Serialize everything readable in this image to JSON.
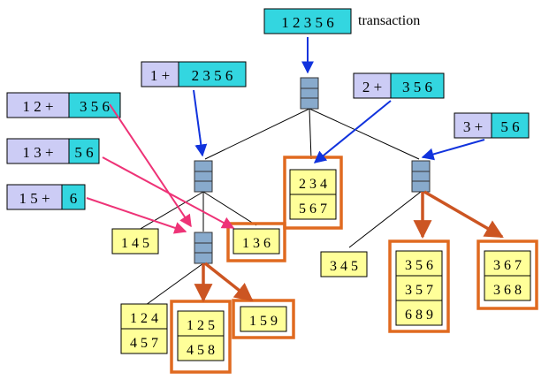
{
  "transaction": {
    "items": "1 2 3 5 6",
    "label": "transaction"
  },
  "prefix_boxes": [
    {
      "id": "p1",
      "prefix": "1 +",
      "rest": "2 3 5 6"
    },
    {
      "id": "p2",
      "prefix": "2 +",
      "rest": "3 5 6"
    },
    {
      "id": "p3",
      "prefix": "3 +",
      "rest": "5 6"
    },
    {
      "id": "p12",
      "prefix": "1 2 +",
      "rest": "3 5 6"
    },
    {
      "id": "p13",
      "prefix": "1 3 +",
      "rest": "5 6"
    },
    {
      "id": "p15",
      "prefix": "1 5 +",
      "rest": "6"
    }
  ],
  "leaves": [
    {
      "id": "l145",
      "rows": [
        "1 4 5"
      ],
      "highlighted": false
    },
    {
      "id": "l136",
      "rows": [
        "1 3 6"
      ],
      "highlighted": true
    },
    {
      "id": "l234",
      "rows": [
        "2 3 4",
        "5 6 7"
      ],
      "highlighted": true
    },
    {
      "id": "l345",
      "rows": [
        "3 4 5"
      ],
      "highlighted": false
    },
    {
      "id": "l356",
      "rows": [
        "3 5 6",
        "3 5 7",
        "6 8 9"
      ],
      "highlighted": true
    },
    {
      "id": "l367",
      "rows": [
        "3 6 7",
        "3 6 8"
      ],
      "highlighted": true
    },
    {
      "id": "l124",
      "rows": [
        "1 2 4",
        "4 5 7"
      ],
      "highlighted": false
    },
    {
      "id": "l125",
      "rows": [
        "1 2 5",
        "4 5 8"
      ],
      "highlighted": true
    },
    {
      "id": "l159",
      "rows": [
        "1 5 9"
      ],
      "highlighted": true
    }
  ],
  "colors": {
    "cyan": "#33d6e0",
    "lavender": "#ccccf5",
    "yellow": "#ffff99",
    "node": "#88aacc",
    "highlight": "#e06a20",
    "blue_arrow": "#1133dd",
    "pink_arrow": "#ee3377",
    "orange_arrow": "#cc5522"
  }
}
